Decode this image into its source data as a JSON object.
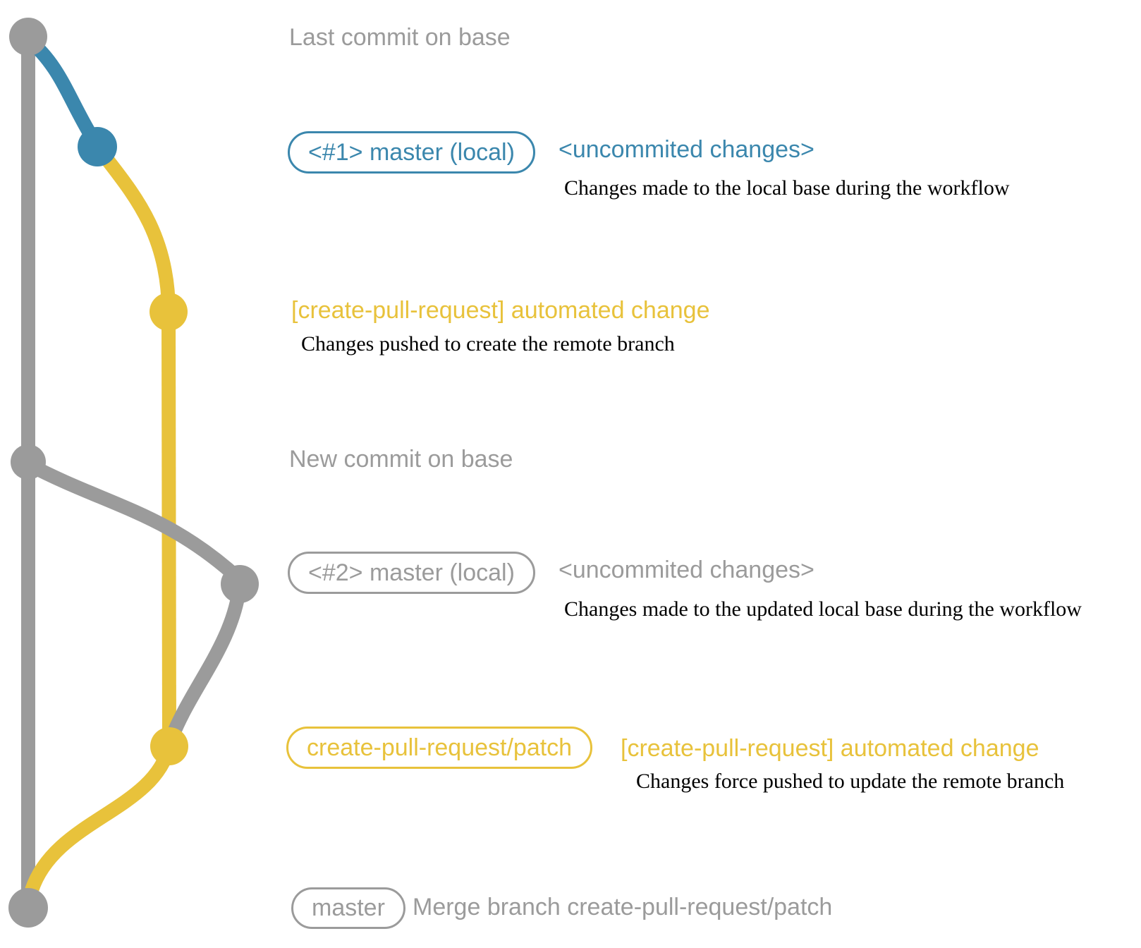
{
  "colors": {
    "gray": "#9b9b9b",
    "blue": "#3b87ad",
    "yellow": "#e8c23b",
    "ink": "#000000"
  },
  "labels": {
    "last_commit": "Last commit on base",
    "new_commit": "New commit on base"
  },
  "rows": {
    "master_local_1": {
      "badge": "<#1> master (local)",
      "title": "<uncommited changes>",
      "desc": "Changes made to the local base during the workflow"
    },
    "automated_change_1": {
      "title": "[create-pull-request] automated change",
      "desc": "Changes pushed to create the remote branch"
    },
    "master_local_2": {
      "badge": "<#2> master (local)",
      "title": "<uncommited changes>",
      "desc": "Changes made to the updated local base during the workflow"
    },
    "patch_branch": {
      "badge": "create-pull-request/patch",
      "title": "[create-pull-request] automated change",
      "desc": "Changes force pushed to update the remote branch"
    },
    "merge": {
      "badge": "master",
      "title": "Merge branch create-pull-request/patch"
    }
  }
}
